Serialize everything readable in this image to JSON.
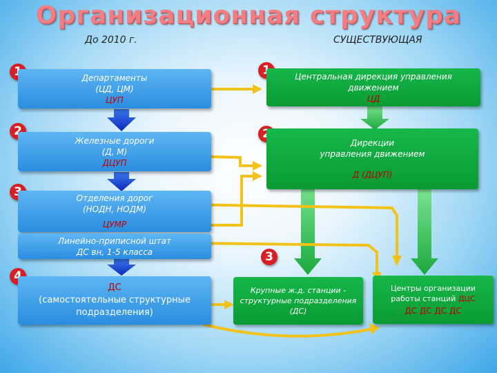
{
  "title": "Организационная структура",
  "left_heading": "До 2010 г.",
  "right_heading": "СУЩЕСТВУЮЩАЯ",
  "left": [
    {
      "badge": "1",
      "line1": "Департаменты",
      "line2": "(ЦД, ЦМ)",
      "code": "ЦУП"
    },
    {
      "badge": "2",
      "line1": "Железные дороги",
      "line2": "(Д, М)",
      "code": "ДЦУП"
    },
    {
      "badge": "3",
      "line1": "Отделения дорог",
      "line2": "(НОДН, НОДМ)",
      "code": "ЦУМР"
    },
    {
      "badge": "",
      "line1": "Линейно-приписной штат",
      "line2": "ДС вн, 1-5 класса",
      "code": ""
    },
    {
      "badge": "4",
      "line1": "ДС",
      "line2": "(самостоятельные структурные",
      "line3": "подразделения)"
    }
  ],
  "right": [
    {
      "badge": "1",
      "line1": "Центральная дирекция управления",
      "line2": "движением",
      "code": "ЦД"
    },
    {
      "badge": "2",
      "line1": "Дирекции",
      "line2": "управления движением",
      "code": "Д  (ДЦУП)"
    },
    {
      "badge": "3",
      "line1": "Крупные ж.д. станции -",
      "line2": "структурные подразделения",
      "line3": "(ДС)"
    },
    {
      "line1": "Центры организации",
      "line2": "работы станций ",
      "line2_red": "ДЦС",
      "line3": "ДС   ДС   ДС   ДС"
    }
  ],
  "colors": {
    "title": "#f27d83",
    "blue": "#2a8de0",
    "green": "#0a9a34",
    "badge": "#d71f26",
    "accent_red": "#c00000",
    "arrow_blue": "#1a3fd4",
    "arrow_green": "#2ec34f",
    "arrow_yellow": "#f3c21a"
  }
}
